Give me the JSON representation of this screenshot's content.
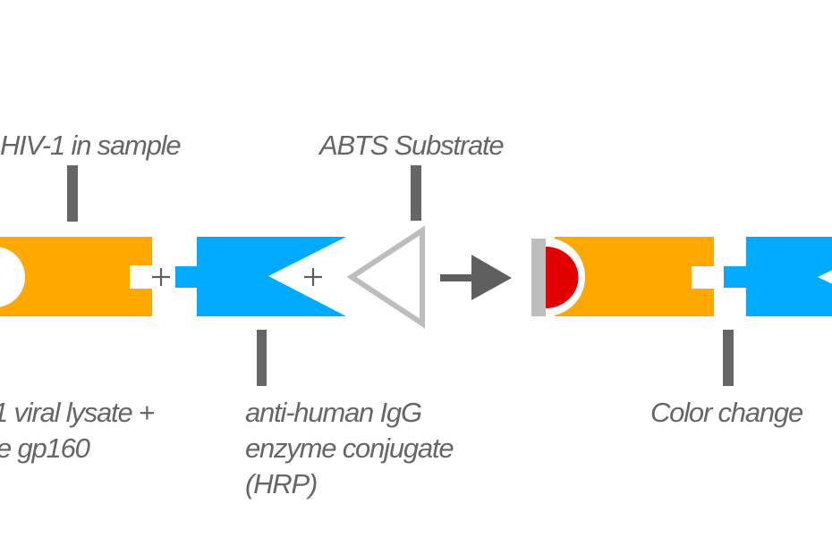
{
  "diagram": {
    "title": "",
    "colors": {
      "antigen": "#FFA800",
      "conjugate": "#00AAFF",
      "substrate_outline": "#BDBDBD",
      "arrow": "#5F5F5F",
      "color_product": "#E00000",
      "plate": "#BDBDBD",
      "connector_bar": "#666666",
      "text": "#666666"
    },
    "labels": {
      "hiv_sample": "HIV-1 in sample",
      "abts_substrate": "ABTS Substrate",
      "viral_lysate_line1": "1 viral lysate +",
      "viral_lysate_line2": "e gp160",
      "conjugate_line1": "anti-human IgG",
      "conjugate_line2": "enzyme conjugate",
      "conjugate_line3": "(HRP)",
      "color_change": "Color change"
    },
    "operators": {
      "plus_1": "+",
      "plus_2": "+"
    },
    "components": [
      {
        "name": "HIV-1 antigen (orange)",
        "icon": "antigen-block"
      },
      {
        "name": "anti-human IgG HRP conjugate (blue)",
        "icon": "conjugate-block"
      },
      {
        "name": "ABTS substrate (triangle)",
        "icon": "substrate-triangle"
      },
      {
        "name": "reaction arrow",
        "icon": "arrow-right"
      },
      {
        "name": "colored product complex",
        "icon": "product-complex"
      }
    ]
  }
}
